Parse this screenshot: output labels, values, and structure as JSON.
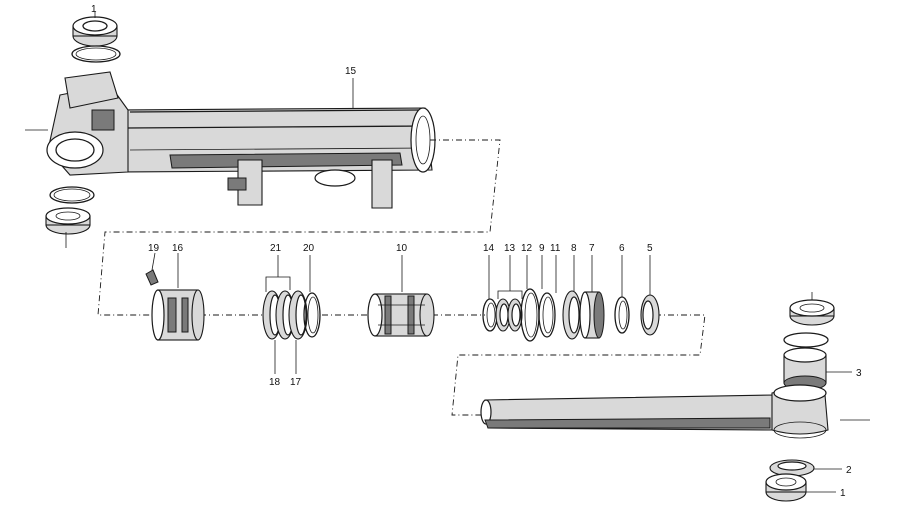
{
  "parts": {
    "p1_top": "1",
    "p15": "15",
    "p19": "19",
    "p16": "16",
    "p21": "21",
    "p20": "20",
    "p10": "10",
    "p14": "14",
    "p13": "13",
    "p12": "12",
    "p9": "9",
    "p11": "11",
    "p8": "8",
    "p7": "7",
    "p6": "6",
    "p5": "5",
    "p18": "18",
    "p17": "17",
    "p3": "3",
    "p2": "2",
    "p1_bottom": "1"
  }
}
